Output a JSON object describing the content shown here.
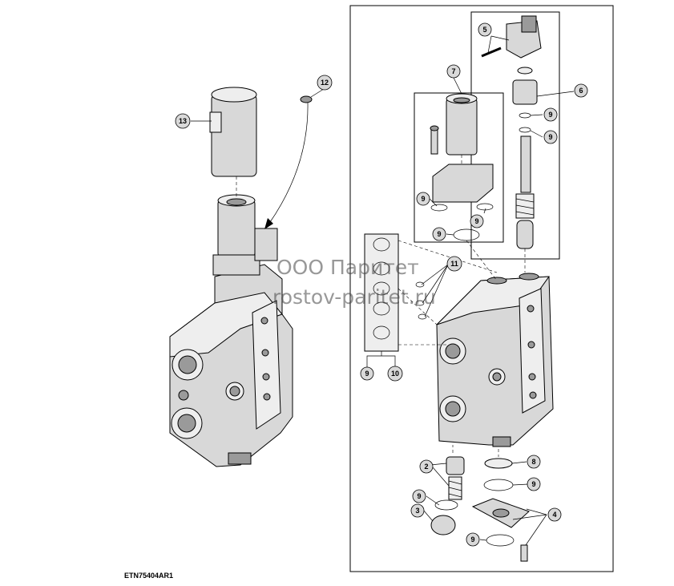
{
  "figure_code": "ETN75404AR1",
  "watermark": {
    "line1": "ООО Паритет",
    "line2": "rostov-paritet.ru"
  },
  "callouts": [
    "13",
    "12",
    "5",
    "7",
    "6",
    "9",
    "9",
    "9",
    "9",
    "9",
    "11",
    "9",
    "10",
    "2",
    "8",
    "9",
    "9",
    "3",
    "4",
    "9"
  ]
}
